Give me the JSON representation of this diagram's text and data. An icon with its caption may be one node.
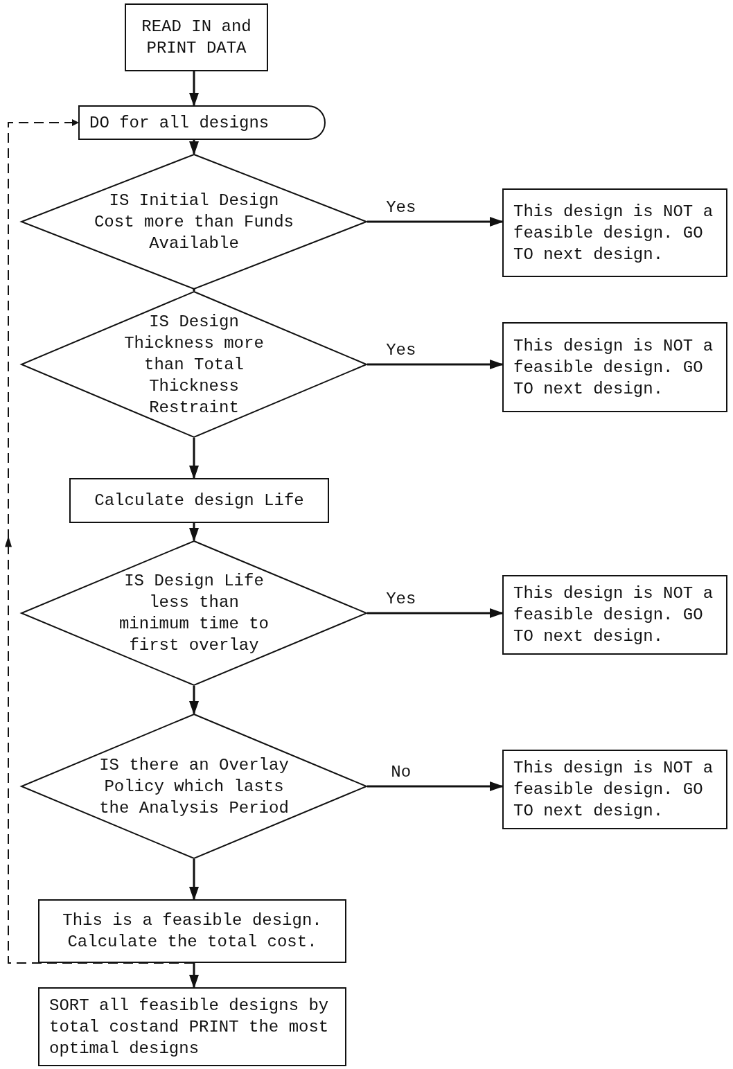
{
  "diagram": {
    "nodes": [
      {
        "text": [
          "READ IN and PRINT DATA"
        ]
      },
      {
        "text": [
          "DO for all designs"
        ]
      },
      {
        "text": [
          "IS Initial Design Cost more than Funds Available"
        ]
      },
      {
        "text": [
          "This design is NOT a feasible design. GO TO next design."
        ]
      },
      {
        "text": [
          "IS Design Thickness more than Total Thickness Restraint"
        ]
      },
      {
        "text": [
          "This design is NOT a feasible design. GO TO next design."
        ]
      },
      {
        "text": [
          "Calculate design Life"
        ]
      },
      {
        "text": [
          "IS Design Life less than minimum time to first overlay"
        ]
      },
      {
        "text": [
          "This design is NOT a feasible design. GO TO next design."
        ]
      },
      {
        "text": [
          "IS there an Overlay Policy which lasts the Analysis Period"
        ]
      },
      {
        "text": [
          "This design is NOT a feasible design. GO TO next design."
        ]
      },
      {
        "text": [
          "This is a feasible design. Calculate the total cost."
        ]
      },
      {
        "text": [
          "SORT all feasible designs by total costand PRINT the most optimal designs"
        ]
      }
    ],
    "edges": [
      {
        "from": 0,
        "to": 1,
        "arrow": "to"
      },
      {
        "from": 1,
        "to": 2,
        "arrow": "to"
      },
      {
        "from": 2,
        "to": 3,
        "arrow": "to",
        "label": "Yes"
      },
      {
        "from": 2,
        "to": 4,
        "arrow": "to"
      },
      {
        "from": 4,
        "to": 5,
        "arrow": "to",
        "label": "Yes"
      },
      {
        "from": 4,
        "to": 6,
        "arrow": "to"
      },
      {
        "from": 6,
        "to": 7,
        "arrow": "to"
      },
      {
        "from": 7,
        "to": 8,
        "arrow": "to",
        "label": "Yes"
      },
      {
        "from": 7,
        "to": 9,
        "arrow": "to"
      },
      {
        "from": 9,
        "to": 10,
        "arrow": "to",
        "label": "No"
      },
      {
        "from": 9,
        "to": 11,
        "arrow": "to"
      },
      {
        "from": 11,
        "to": 12,
        "arrow": "to"
      },
      {
        "from": 11,
        "to": 1,
        "arrow": "to",
        "style": "dashed"
      }
    ]
  }
}
